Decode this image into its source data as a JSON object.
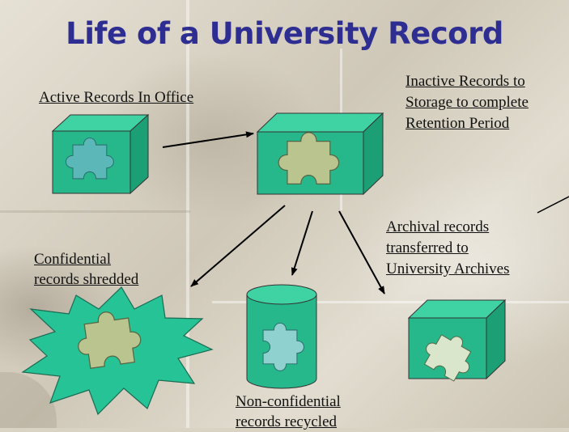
{
  "title": "Life of a University Record",
  "labels": {
    "active": "Active Records In Office",
    "inactive_1": "Inactive Records to",
    "inactive_2": "Storage to complete",
    "inactive_3": "Retention Period",
    "confidential_1": "Confidential",
    "confidential_2": "records shredded",
    "archival_1": "Archival records",
    "archival_2": "transferred to",
    "archival_3": "University Archives",
    "nonconf_1": "Non-confidential",
    "nonconf_2": "records recycled"
  },
  "colors": {
    "title": "#2e2e92",
    "box_front": "#26b78a",
    "box_top": "#3fd3a3",
    "box_side": "#1c9f74",
    "puzzle_blue": "#5cb8b8",
    "puzzle_olive": "#b9c48f",
    "puzzle_pale": "#d9e6cc",
    "puzzle_lightblue": "#8fd1cf"
  },
  "icons": [
    "box-icon",
    "puzzle-piece-icon",
    "cylinder-icon",
    "starburst-icon",
    "arrow-icon"
  ]
}
